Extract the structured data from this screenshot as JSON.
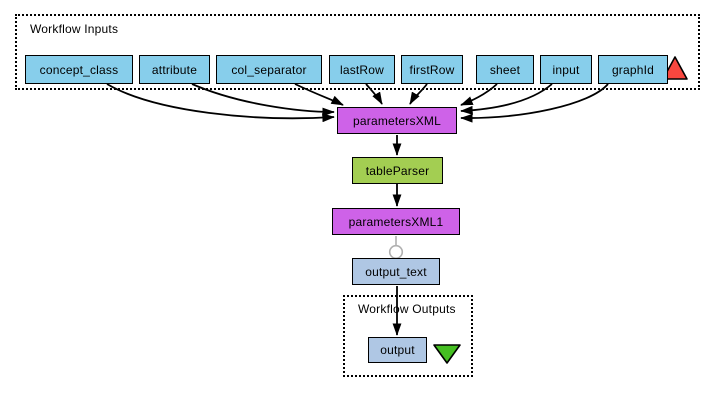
{
  "workflow_inputs": {
    "title": "Workflow Inputs",
    "ports": [
      "concept_class",
      "attribute",
      "col_separator",
      "lastRow",
      "firstRow",
      "sheet",
      "input",
      "graphId"
    ]
  },
  "processors": {
    "parameters_xml": "parametersXML",
    "table_parser": "tableParser",
    "parameters_xml1": "parametersXML1",
    "output_text": "output_text"
  },
  "workflow_outputs": {
    "title": "Workflow Outputs",
    "ports": [
      "output"
    ]
  },
  "icons": {
    "input_marker": "red-triangle-up-icon",
    "output_marker": "green-triangle-down-icon",
    "merge_marker": "open-circle-icon"
  },
  "colors": {
    "input_port_fill": "#87CEEB",
    "splitter_fill": "#CE62E8",
    "service_fill": "#A3CE52",
    "text_port_fill": "#AFC7E4",
    "input_marker_fill": "#F8473F",
    "output_marker_fill": "#45BF22",
    "edge_color": "#000000",
    "gray_link_color": "#B0B0B0"
  }
}
